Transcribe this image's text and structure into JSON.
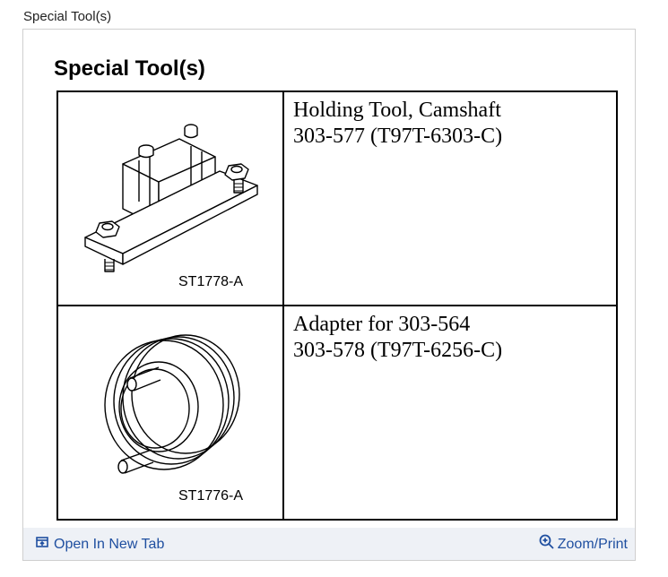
{
  "caption": "Special Tool(s)",
  "figure": {
    "title": "Special Tool(s)",
    "tools": [
      {
        "code": "ST1778-A",
        "name": "Holding Tool, Camshaft",
        "number": "303-577 (T97T-6303-C)",
        "icon": "camshaft-holding-tool-icon"
      },
      {
        "code": "ST1776-A",
        "name": "Adapter for 303-564",
        "number": "303-578 (T97T-6256-C)",
        "icon": "adapter-pulley-icon"
      }
    ]
  },
  "footer": {
    "open_label": "Open In New Tab",
    "zoom_label": "Zoom/Print",
    "open_icon": "open-new-tab-icon",
    "zoom_icon": "zoom-icon",
    "link_color": "#1f4fa0"
  }
}
